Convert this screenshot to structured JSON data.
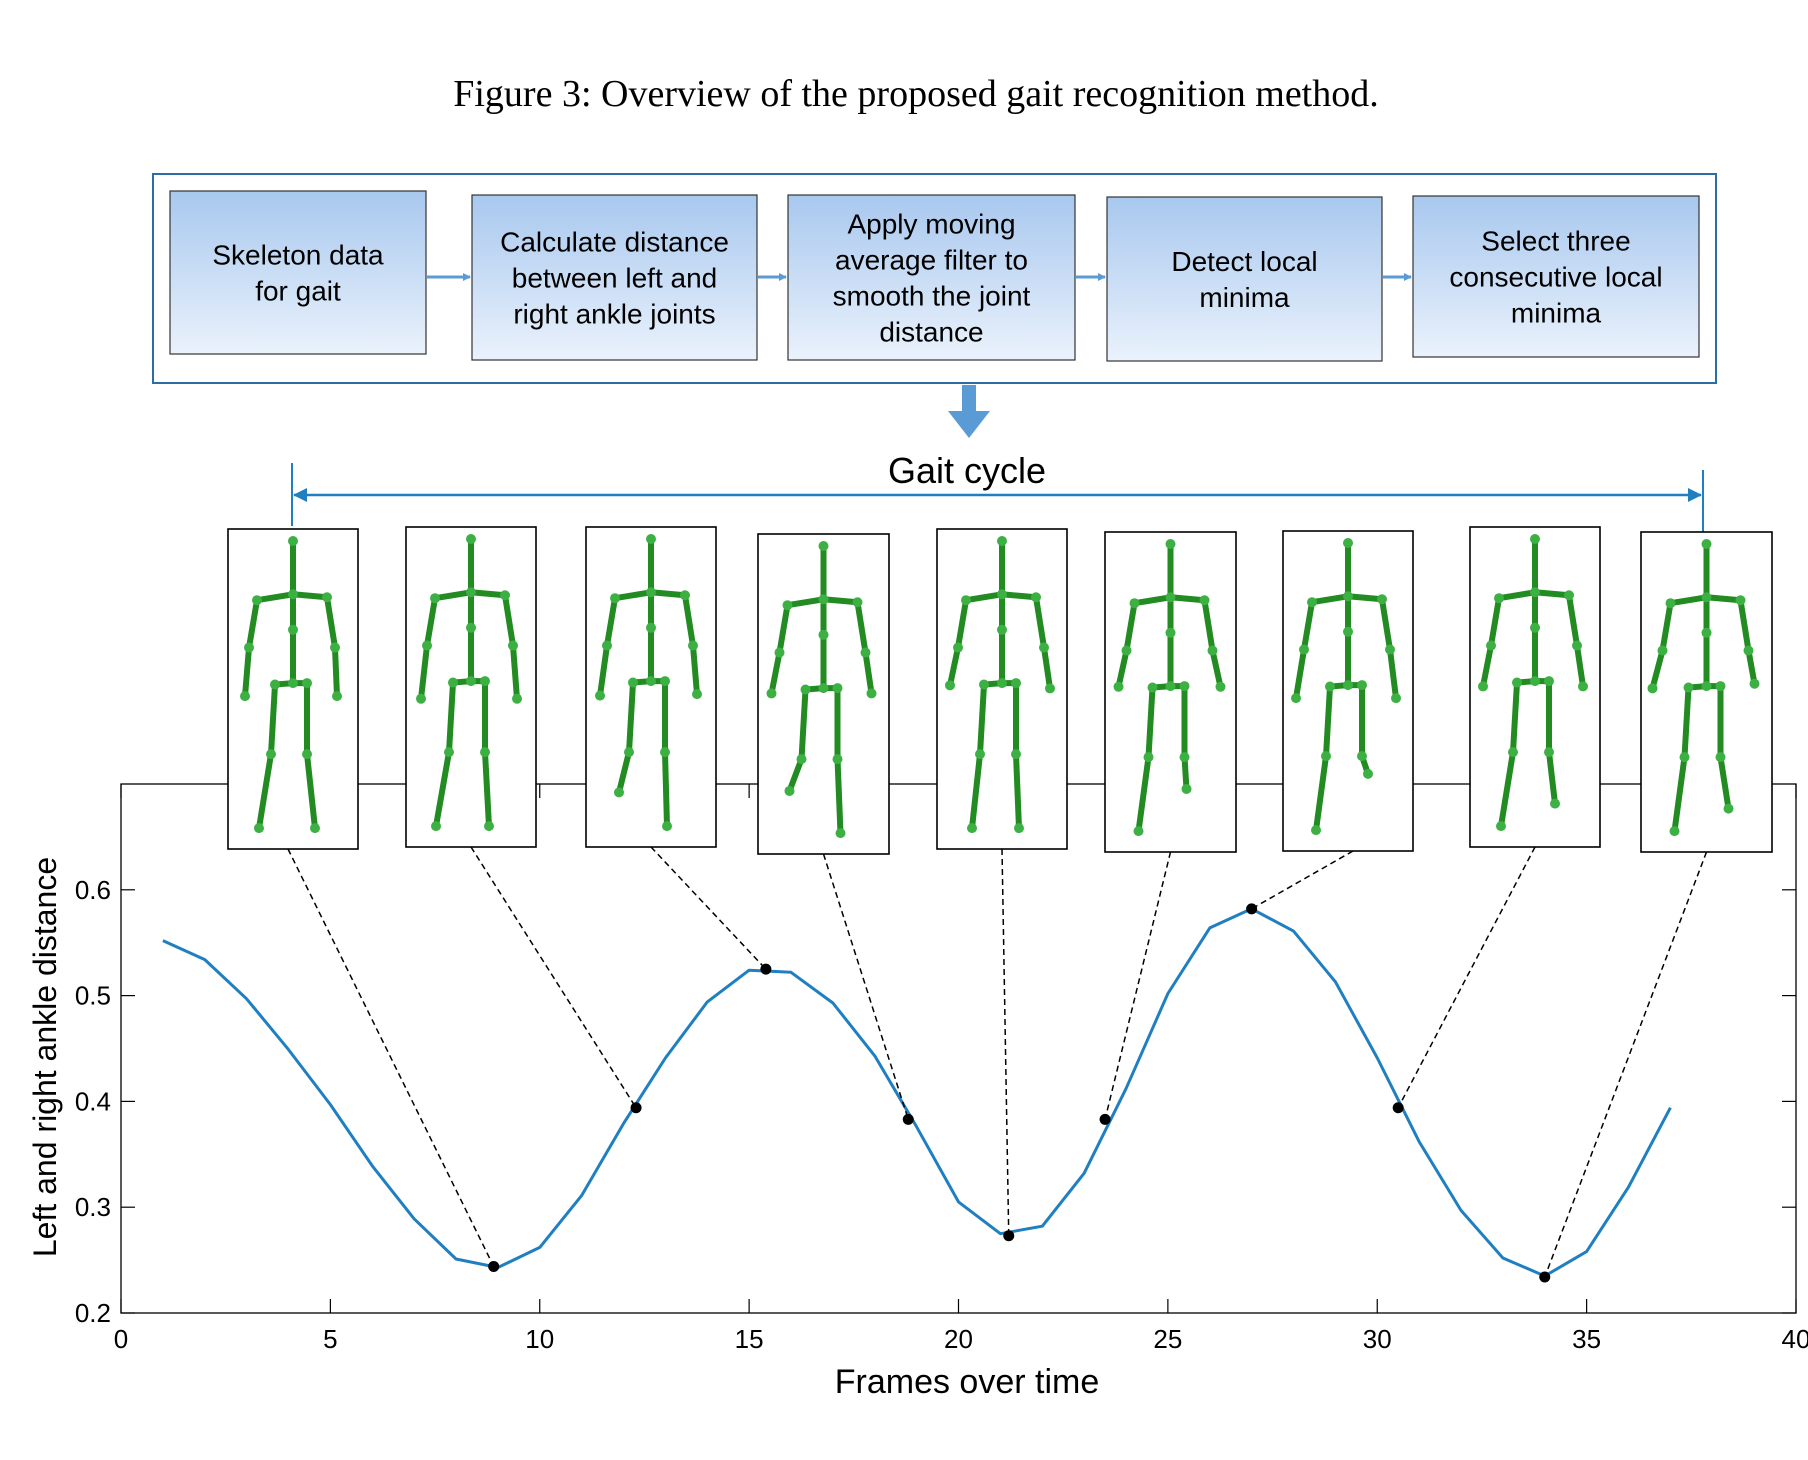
{
  "figure": {
    "caption": "Figure 3: Overview of the proposed gait recognition method.",
    "gait_cycle_label": "Gait cycle"
  },
  "pipeline": {
    "steps": [
      {
        "lines": [
          "Skeleton data",
          "for gait"
        ]
      },
      {
        "lines": [
          "Calculate distance",
          "between left and",
          "right ankle joints"
        ]
      },
      {
        "lines": [
          "Apply moving",
          "average filter to",
          "smooth the joint",
          "distance"
        ]
      },
      {
        "lines": [
          "Detect local",
          "minima"
        ]
      },
      {
        "lines": [
          "Select three",
          "consecutive local",
          "minima"
        ]
      }
    ]
  },
  "colors": {
    "line": "#1f7fc1",
    "box_fill_top": "#a8c8ee",
    "box_fill_bottom": "#eaf2fc",
    "arrow": "#5b9bd5",
    "frame": "#2e6da4",
    "skeleton": "#228b22"
  },
  "chart_data": {
    "type": "line",
    "xlabel": "Frames over time",
    "ylabel": "Left and right ankle distance",
    "xlim": [
      0,
      40
    ],
    "ylim": [
      0.2,
      0.7
    ],
    "xticks": [
      0,
      5,
      10,
      15,
      20,
      25,
      30,
      35,
      40
    ],
    "yticks": [
      0.2,
      0.3,
      0.4,
      0.5,
      0.6
    ],
    "ytick_labels": [
      "0.2",
      "0.3",
      "0.4",
      "0.5",
      "0.6"
    ],
    "x": [
      1,
      2,
      3,
      4,
      5,
      6,
      7,
      8,
      9,
      10,
      11,
      12,
      13,
      14,
      15,
      16,
      17,
      18,
      19,
      20,
      21,
      22,
      23,
      24,
      25,
      26,
      27,
      28,
      29,
      30,
      31,
      32,
      33,
      34,
      35,
      36,
      37
    ],
    "values": [
      0.552,
      0.534,
      0.497,
      0.449,
      0.397,
      0.339,
      0.289,
      0.251,
      0.243,
      0.262,
      0.311,
      0.379,
      0.441,
      0.494,
      0.524,
      0.522,
      0.493,
      0.443,
      0.376,
      0.305,
      0.275,
      0.282,
      0.332,
      0.412,
      0.502,
      0.564,
      0.582,
      0.561,
      0.513,
      0.441,
      0.362,
      0.297,
      0.252,
      0.235,
      0.258,
      0.319,
      0.394
    ],
    "markers": [
      {
        "x": 8.9,
        "y": 0.244
      },
      {
        "x": 12.3,
        "y": 0.394
      },
      {
        "x": 15.4,
        "y": 0.525
      },
      {
        "x": 18.8,
        "y": 0.383
      },
      {
        "x": 21.2,
        "y": 0.273
      },
      {
        "x": 23.5,
        "y": 0.383
      },
      {
        "x": 27.0,
        "y": 0.582
      },
      {
        "x": 30.5,
        "y": 0.394
      },
      {
        "x": 34.0,
        "y": 0.234
      }
    ],
    "grid": false
  }
}
